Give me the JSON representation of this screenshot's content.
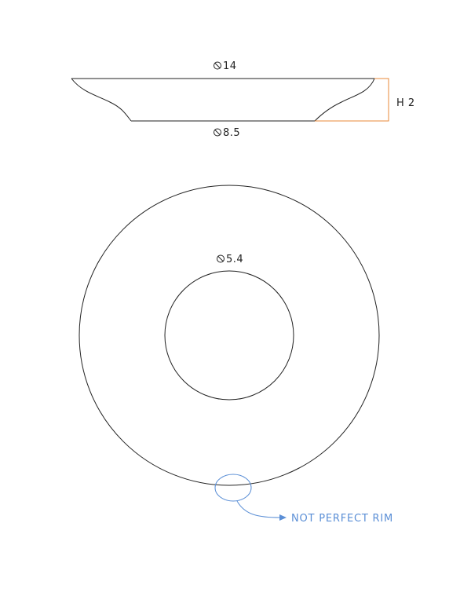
{
  "side_view": {
    "top_diameter": "14",
    "bottom_diameter": "8.5",
    "height_label": "H 2"
  },
  "top_view": {
    "inner_diameter": "5.4"
  },
  "annotation": {
    "note": "NOT PERFECT RIM"
  },
  "colors": {
    "line": "#222222",
    "dimension": "#e8893a",
    "annotation": "#5b8fd6"
  }
}
